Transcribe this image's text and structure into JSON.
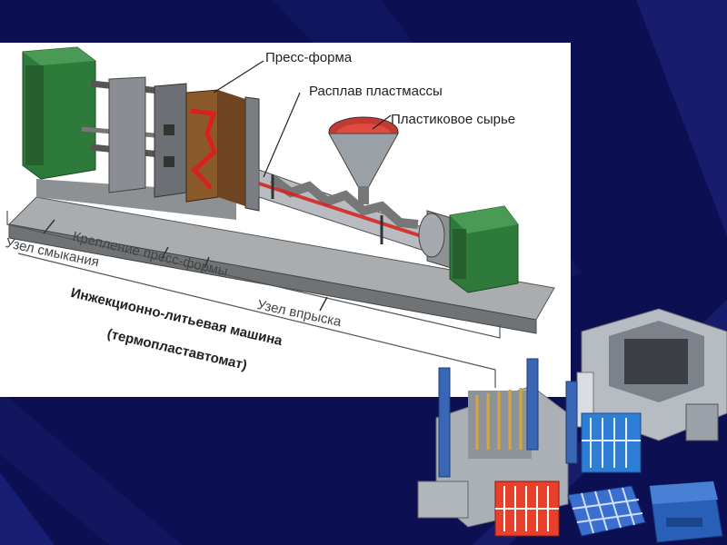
{
  "labels": {
    "press_form": "Пресс-форма",
    "melt": "Расплав пластмассы",
    "raw": "Пластиковое сырье",
    "clamp_unit": "Узел смыкания",
    "mold_mount": "Крепление пресс-формы",
    "inject_unit": "Узел впрыска",
    "machine": "Инжекционно-литьевая машина",
    "thermo": "(термопластавтомат)"
  },
  "colors": {
    "background": "#0c0f52",
    "machine_green": "#2d7a3a",
    "melt_red": "#d8201c"
  }
}
